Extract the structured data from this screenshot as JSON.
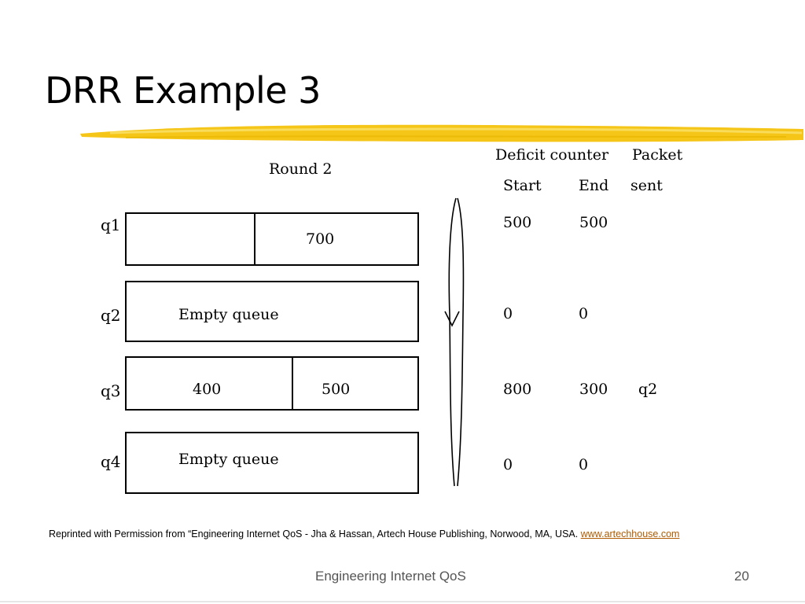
{
  "slide": {
    "title": "DRR Example 3",
    "colors": {
      "brush": "#f5c518",
      "link": "#b05a00",
      "footer_text": "#555555"
    }
  },
  "diagram": {
    "round_label": "Round 2",
    "table_headers": {
      "deficit_counter": "Deficit counter",
      "packet": "Packet",
      "start": "Start",
      "end": "End",
      "sent": "sent"
    },
    "queues": [
      {
        "label": "q1",
        "cells": [
          "",
          "700"
        ],
        "start": "500",
        "end": "500",
        "sent": ""
      },
      {
        "label": "q2",
        "cells": [
          "Empty queue"
        ],
        "start": "0",
        "end": "0",
        "sent": ""
      },
      {
        "label": "q3",
        "cells": [
          "400",
          "500"
        ],
        "start": "800",
        "end": "300",
        "sent": "q2"
      },
      {
        "label": "q4",
        "cells": [
          "Empty queue"
        ],
        "start": "0",
        "end": "0",
        "sent": ""
      }
    ]
  },
  "credit": {
    "text": "Reprinted with Permission from “Engineering Internet QoS - Jha & Hassan, Artech House Publishing, Norwood, MA, USA. ",
    "link": "www.artechhouse.com"
  },
  "footer": {
    "center": "Engineering Internet QoS",
    "page_number": "20"
  }
}
